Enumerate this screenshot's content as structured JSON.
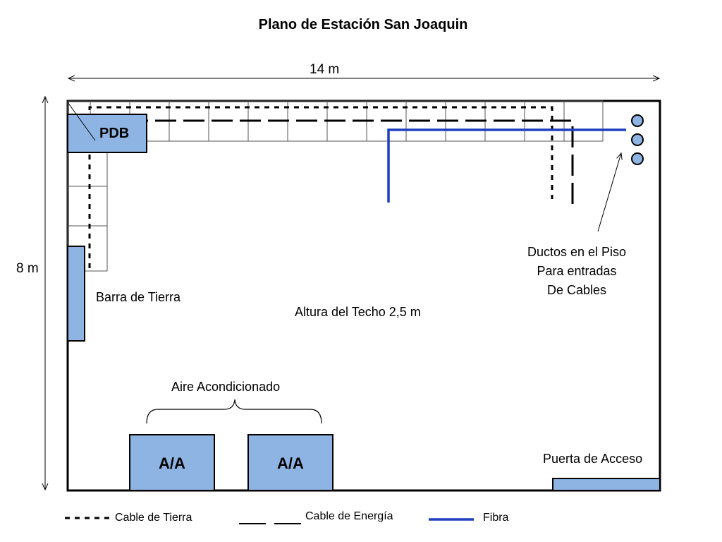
{
  "title": "Plano de Estación San Joaquin",
  "dimensions": {
    "width": "14 m",
    "height": "8 m"
  },
  "labels": {
    "pdb": "PDB",
    "barra_tierra": "Barra de Tierra",
    "altura_techo": "Altura del Techo 2,5 m",
    "ductos": [
      "Ductos en el Piso",
      "Para entradas",
      "De Cables"
    ],
    "aire_acondicionado": "Aire Acondicionado",
    "aa_unit_1": "A/A",
    "aa_unit_2": "A/A",
    "puerta": "Puerta de Acceso"
  },
  "legend": {
    "tierra": "Cable de Tierra",
    "energia": "Cable de Energía",
    "fibra": "Fibra"
  },
  "colors": {
    "equipment_fill": "#8eb4e3",
    "fibra_line": "#1f3fbf",
    "outline": "#000000"
  }
}
